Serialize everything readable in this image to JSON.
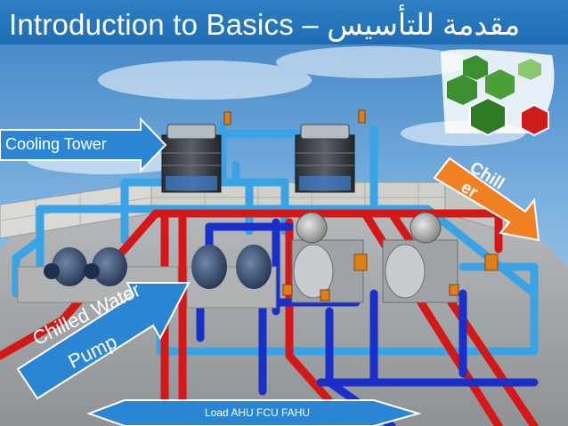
{
  "title": {
    "english": "Introduction to Basics",
    "separator": "–",
    "arabic": "مقدمة للتأسيس"
  },
  "labels": {
    "cooling_tower": "Cooling Tower",
    "chiller_line1": "Chill",
    "chiller_line2": "er",
    "pump_line1": "Chilled Water",
    "pump_line2": "Pump",
    "load": "Load AHU FCU FAHU"
  },
  "colors": {
    "title_bar": "#1e6db4",
    "condenser_pipe": "#3aa3e6",
    "chilled_supply_pipe": "#1a2fc8",
    "chilled_return_pipe": "#d41818",
    "chiller_arrow": "#f08022",
    "callout_arrow": "#2a86d2",
    "floor": "#a9acae",
    "wall": "#d9d9d6"
  },
  "icons": [
    "cooling-tower-icon",
    "chiller-icon",
    "pump-icon",
    "valve-icon",
    "logo-hexagons-icon"
  ]
}
